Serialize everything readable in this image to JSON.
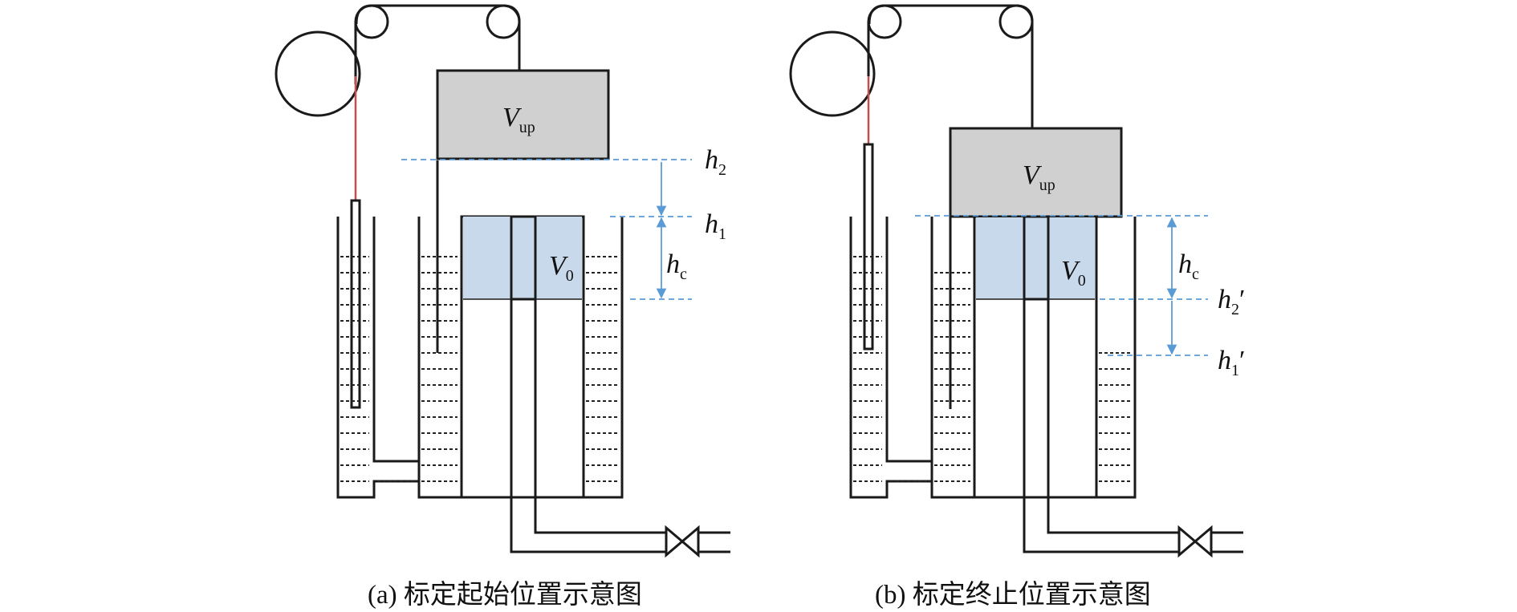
{
  "panels": [
    {
      "id": "a",
      "caption": "(a) 标定起始位置示意图",
      "labels": {
        "v_up": {
          "main": "V",
          "sub": "up",
          "prime": ""
        },
        "v_0": {
          "main": "V",
          "sub": "0",
          "prime": ""
        },
        "h_c": {
          "main": "h",
          "sub": "c",
          "prime": ""
        },
        "level_a": {
          "main": "h",
          "sub": "2",
          "prime": ""
        },
        "level_b": {
          "main": "h",
          "sub": "1",
          "prime": ""
        }
      }
    },
    {
      "id": "b",
      "caption": "(b) 标定终止位置示意图",
      "labels": {
        "v_up": {
          "main": "V",
          "sub": "up",
          "prime": ""
        },
        "v_0": {
          "main": "V",
          "sub": "0",
          "prime": ""
        },
        "h_c": {
          "main": "h",
          "sub": "c",
          "prime": ""
        },
        "level_a": {
          "main": "h",
          "sub": "2",
          "prime": "′"
        },
        "level_b": {
          "main": "h",
          "sub": "1",
          "prime": "′"
        }
      }
    }
  ],
  "colors": {
    "line": "#1a1a1a",
    "cup_fill": "#d0d0d0",
    "sample_fill": "#c8d9ec",
    "guide": "#5b9bd5",
    "string": "#c0504d"
  }
}
